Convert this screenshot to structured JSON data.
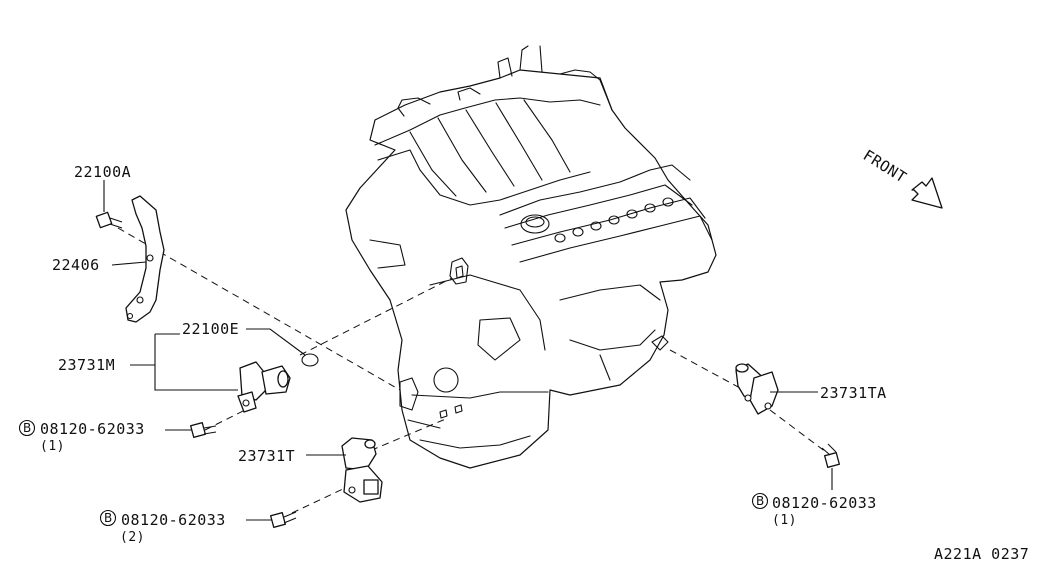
{
  "callouts": {
    "bolt_22100a": "22100A",
    "bracket_22406": "22406",
    "oring_22100e": "22100E",
    "sensor_23731m": "23731M",
    "sensor_23731t": "23731T",
    "sensor_23731ta": "23731TA",
    "bolt_left_part": "08120-62033",
    "bolt_left_qty": "(1)",
    "bolt_bottom_part": "08120-62033",
    "bolt_bottom_qty": "(2)",
    "bolt_right_part": "08120-62033",
    "bolt_right_qty": "(1)",
    "bolt_symbol": "B"
  },
  "direction_label": "FRONT",
  "figure_code": "A221A 0237"
}
